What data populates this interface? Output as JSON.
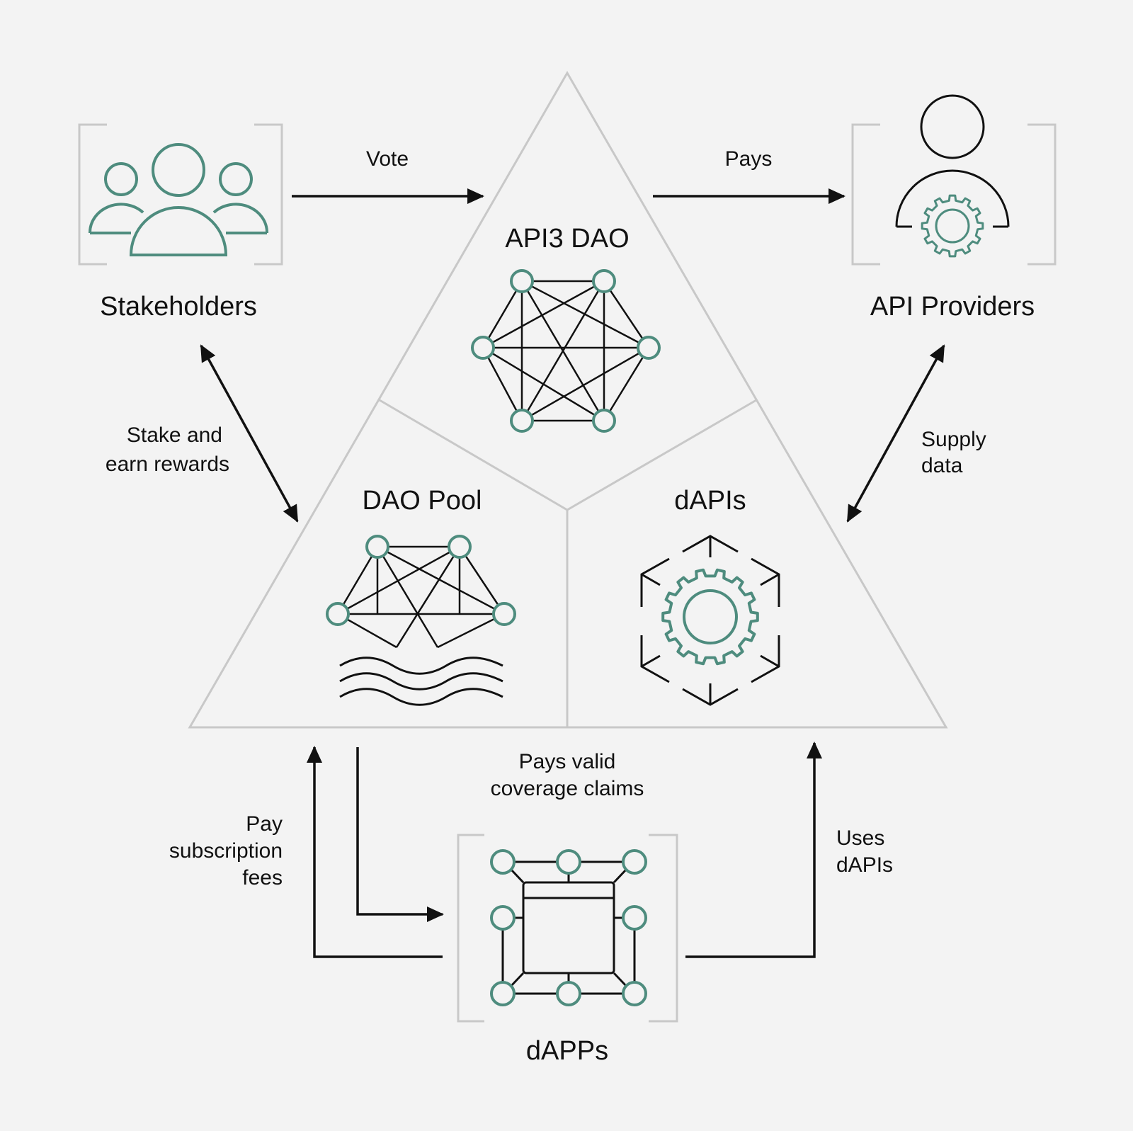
{
  "colors": {
    "background": "#f3f3f3",
    "accent": "#4e8c7e",
    "line": "#111111",
    "frame": "#c8c8c8"
  },
  "nodes": {
    "stakeholders": "Stakeholders",
    "api_providers": "API Providers",
    "api3_dao": "API3 DAO",
    "dao_pool": "DAO Pool",
    "dapis": "dAPIs",
    "dapps": "dAPPs"
  },
  "edges": {
    "vote": "Vote",
    "pays": "Pays",
    "stake_line1": "Stake and",
    "stake_line2": "earn rewards",
    "supply_line1": "Supply",
    "supply_line2": "data",
    "claims_line1": "Pays valid",
    "claims_line2": "coverage claims",
    "fees_line1": "Pay",
    "fees_line2": "subscription",
    "fees_line3": "fees",
    "uses_line1": "Uses",
    "uses_line2": "dAPIs"
  },
  "icons": {
    "stakeholders": "people-group-icon",
    "api_providers": "person-gear-icon",
    "api3_dao": "network-icon",
    "dao_pool": "network-pool-icon",
    "dapis": "hexagon-gear-icon",
    "dapps": "app-nodes-icon"
  }
}
